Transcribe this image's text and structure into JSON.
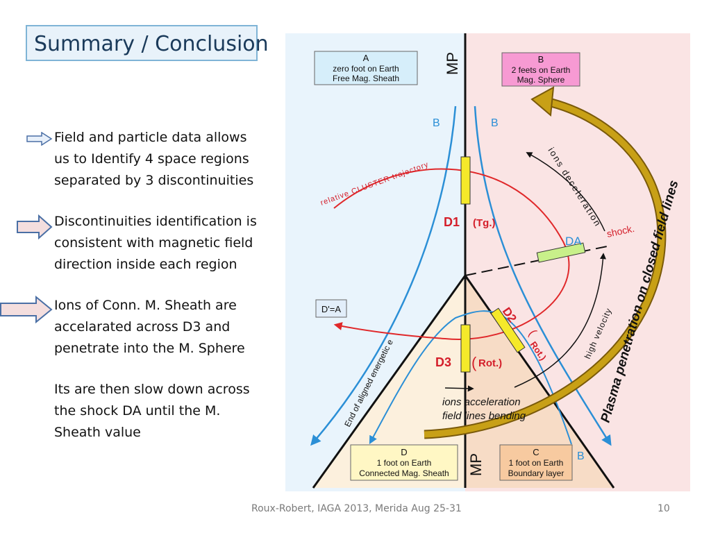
{
  "slide": {
    "title": "Summary / Conclusion",
    "bullets": [
      {
        "lines": [
          "Field and particle  data allows",
          "us to  Identify  4 space regions",
          "separated by 3 discontinuities"
        ]
      },
      {
        "lines": [
          "Discontinuities identification  is",
          "consistent with magnetic field",
          "direction inside each region"
        ]
      },
      {
        "lines": [
          "Ions of Conn. M. Sheath are",
          "accelarated across D3 and",
          "penetrate into the M. Sphere"
        ]
      },
      {
        "lines": [
          "Its are then slow down across",
          "the shock DA until the M.",
          "Sheath value"
        ]
      }
    ],
    "footer": "Roux-Robert, IAGA 2013, Merida Aug 25-31",
    "page_number": "10"
  },
  "diagram": {
    "region_a": {
      "letter": "A",
      "line1": "zero foot on Earth",
      "line2": "Free Mag. Sheath"
    },
    "region_b": {
      "letter": "B",
      "line1": "2 feets on Earth",
      "line2": "Mag. Sphere"
    },
    "region_c": {
      "letter": "C",
      "line1": "1 foot on Earth",
      "line2": "Boundary layer"
    },
    "region_d": {
      "letter": "D",
      "line1": "1  foot on Earth",
      "line2": "Connected Mag. Sheath"
    },
    "region_d_prime": "D'=A",
    "mp_top": "MP",
    "mp_bottom": "MP",
    "b_left": "B",
    "b_right": "B",
    "b_bottom": "B",
    "d1": "D1",
    "d1_type": "(Tg.)",
    "d2": "D2",
    "d2_type": "Rot.)",
    "d2_paren": "(",
    "d3": "D3",
    "d3_paren": "(",
    "d3_type": "Rot.)",
    "da": "DA",
    "shock": "shock.",
    "cluster_trajectory": "relative CLUSTER   trajectory",
    "ions_deceleration": "ions deceleration",
    "high_velocity": "high velocity",
    "energetic_e": "End of aligned energetic e",
    "ions_acceleration": "ions acceleration",
    "field_lines_bending": "field lines bending",
    "plasma_penetration": "Plasma penetration on closed field lines",
    "colors": {
      "left_bg": "#e9f4fc",
      "right_bg": "#fae4e4",
      "triangle_left": "#fcf0dd",
      "triangle_right": "#f7dcc6",
      "field_line": "#2b8fd6",
      "trajectory": "#e0282a",
      "discontinuity": "#f5e92a",
      "shock_bar": "#c8f08a",
      "penetration_arrow": "#c8a016",
      "label_red": "#d41e2a"
    }
  }
}
